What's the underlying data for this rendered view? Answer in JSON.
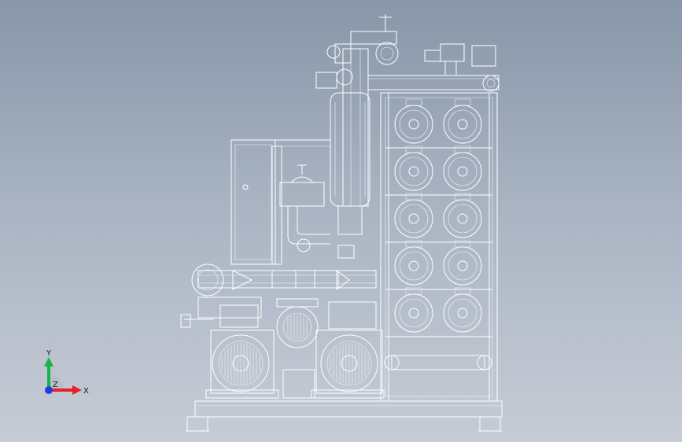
{
  "viewport": {
    "background_top": "#8896a9",
    "background_bottom": "#c6ccd6",
    "line_color": "#ffffff"
  },
  "model": {
    "description_visible": false,
    "membrane_rows": 5,
    "membrane_columns": 2,
    "pump_count": 2
  },
  "triad": {
    "x_label": "X",
    "y_label": "Y",
    "z_label": "Z",
    "x_color": "#e8202a",
    "y_color": "#19b34a",
    "z_color": "#1f3fd8"
  }
}
